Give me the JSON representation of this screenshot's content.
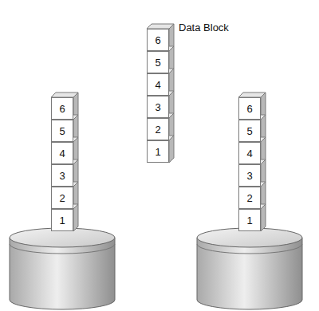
{
  "diagram": {
    "nodes": [
      {
        "text": [
          "6"
        ]
      },
      {
        "text": [
          "5"
        ]
      },
      {
        "text": [
          "4"
        ]
      },
      {
        "text": [
          "3"
        ]
      },
      {
        "text": [
          "2"
        ]
      },
      {
        "text": [
          "1"
        ]
      },
      {
        "text": [
          "6"
        ]
      },
      {
        "text": [
          "5"
        ]
      },
      {
        "text": [
          "4"
        ]
      },
      {
        "text": [
          "3"
        ]
      },
      {
        "text": [
          "2"
        ]
      },
      {
        "text": [
          "1"
        ]
      },
      {
        "text": [
          "6"
        ]
      },
      {
        "text": [
          "5"
        ]
      },
      {
        "text": [
          "4"
        ]
      },
      {
        "text": [
          "3"
        ]
      },
      {
        "text": [
          "2"
        ]
      },
      {
        "text": [
          "1"
        ]
      }
    ],
    "labels": [
      "Data Block"
    ]
  }
}
